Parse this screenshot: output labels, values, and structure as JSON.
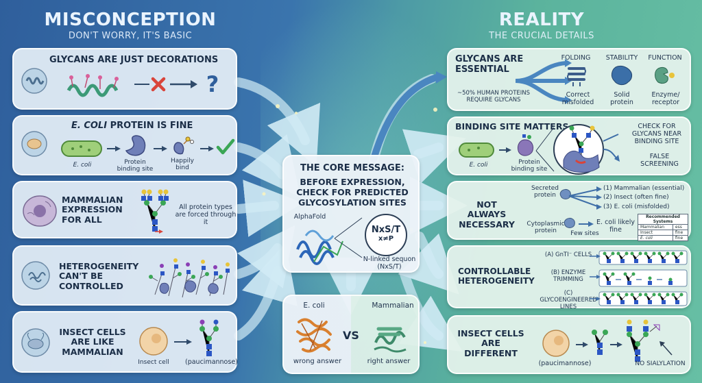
{
  "header_left": {
    "title": "MISCONCEPTION",
    "subtitle": "DON'T WORRY, IT'S BASIC"
  },
  "header_right": {
    "title": "REALITY",
    "subtitle": "THE CRUCIAL DETAILS"
  },
  "misconceptions": {
    "m1": {
      "title": "GLYCANS ARE JUST DECORATIONS"
    },
    "m2": {
      "title_italic": "E. COLI",
      "title_rest": " PROTEIN IS FINE",
      "l1": "E. coli",
      "l2": "Protein binding site",
      "l3": "Happily bind"
    },
    "m3": {
      "title": "MAMMALIAN EXPRESSION FOR ALL",
      "note": "All protein types are forced through it"
    },
    "m4": {
      "title": "HETEROGENEITY CAN'T BE CONTROLLED"
    },
    "m5": {
      "title": "INSECT CELLS ARE LIKE MAMMALIAN",
      "l1": "Insect cell",
      "l2": "(paucimannose)"
    }
  },
  "core": {
    "title": "THE CORE MESSAGE:",
    "text": "BEFORE EXPRESSION, CHECK FOR PREDICTED GLYCOSYLATION SITES",
    "alphafold": "AlphaFold",
    "sequon_main": "NxS/T",
    "sequon_sub": "x≠P",
    "sequon_caption": "N-linked sequon (NxS/T)"
  },
  "compare": {
    "left": "E. coli",
    "right": "Mammalian",
    "vs": "VS",
    "left_caption": "wrong answer",
    "right_caption": "right answer"
  },
  "realities": {
    "r1": {
      "title": "GLYCANS ARE ESSENTIAL",
      "note": "~50% HUMAN PROTEINS REQUIRE GLYCANS",
      "c1": "FOLDING",
      "c2": "STABILITY",
      "c3": "FUNCTION",
      "d1": "Correct misfolded",
      "d2": "Solid protein",
      "d3": "Enzyme/ receptor"
    },
    "r2": {
      "title": "BINDING SITE MATTERS",
      "l1": "E. coli",
      "l2": "Protein binding site",
      "check": "CHECK FOR GLYCANS NEAR BINDING SITE",
      "false": "FALSE SCREENING"
    },
    "r3": {
      "title": "NOT ALWAYS NECESSARY",
      "secreted": "Secreted protein",
      "cyto": "Cytoplasmic protein",
      "few": "Few sites",
      "likely": "E. coli likely fine",
      "o1": "(1) Mammalian (essential)",
      "o2": "(2) Insect (often fine)",
      "o3": "(3) E. coli (misfolded)",
      "table_title": "Recommended Systems",
      "rows": [
        [
          "Mammalian",
          "ess"
        ],
        [
          "Insect",
          "fine"
        ],
        [
          "E. coli",
          "fine"
        ]
      ]
    },
    "r4": {
      "title": "CONTROLLABLE HETEROGENEITY",
      "a": "(A) GnTI⁻ CELLS",
      "b": "(B) ENZYME TRIMMING",
      "c": "(C) GLYCOENGINEERED LINES"
    },
    "r5": {
      "title": "INSECT CELLS ARE DIFFERENT",
      "l1": "(paucimannose)",
      "l2": "NO SIALYLATION"
    }
  },
  "colors": {
    "blue_bg": "#2f5f9c",
    "green_bg": "#67bfa4",
    "check": "#3aa655",
    "cross": "#d9443a",
    "glycan_blue": "#2b56c4",
    "glycan_green": "#3aa655",
    "glycan_yellow": "#e8c43a",
    "glycan_purple": "#8a3fb5"
  }
}
